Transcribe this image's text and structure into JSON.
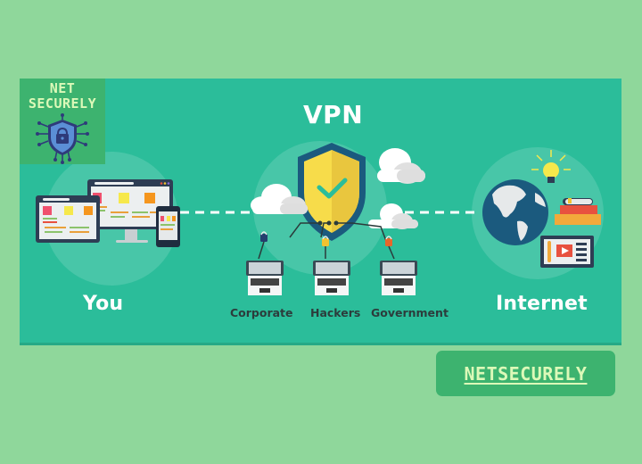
{
  "logo": {
    "line1": "NET",
    "line2": "SECURELY",
    "icon": "shield-lock-circuit-icon"
  },
  "diagram": {
    "title": "VPN",
    "nodes": {
      "you": "You",
      "internet": "Internet"
    },
    "threats": [
      {
        "label": "Corporate",
        "lock_color": "#243f6e"
      },
      {
        "label": "Hackers",
        "lock_color": "#f2c230"
      },
      {
        "label": "Government",
        "lock_color": "#e8662a"
      }
    ]
  },
  "cta_button": {
    "label": "NETSECURELY"
  },
  "colors": {
    "page_bg": "#8fd79b",
    "banner_bg": "#2bbd9a",
    "logo_bg": "#3db36f",
    "logo_text": "#dcf9b8",
    "shield_yellow": "#f7dc4a",
    "shield_border": "#1b5a7e",
    "check": "#2bbd9a"
  }
}
